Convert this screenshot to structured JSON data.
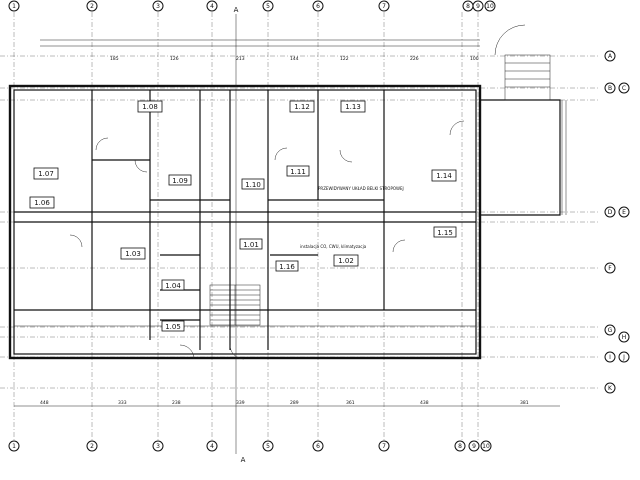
{
  "section_label": "A",
  "axes_top": [
    "1",
    "2",
    "3",
    "4",
    "5",
    "6",
    "7",
    "8",
    "9",
    "10"
  ],
  "axes_bottom": [
    "1",
    "2",
    "3",
    "4",
    "5",
    "6",
    "7",
    "8",
    "9",
    "10"
  ],
  "axes_right": [
    "A",
    "B",
    "C",
    "D",
    "E",
    "F",
    "G",
    "H",
    "I",
    "J",
    "K"
  ],
  "rooms": [
    {
      "label": "1.07"
    },
    {
      "label": "1.06"
    },
    {
      "label": "1.08"
    },
    {
      "label": "1.09"
    },
    {
      "label": "1.03"
    },
    {
      "label": "1.04"
    },
    {
      "label": "1.05"
    },
    {
      "label": "1.10"
    },
    {
      "label": "1.11"
    },
    {
      "label": "1.12"
    },
    {
      "label": "1.13"
    },
    {
      "label": "1.14"
    },
    {
      "label": "1.01"
    },
    {
      "label": "1.02"
    },
    {
      "label": "1.15"
    },
    {
      "label": "1.16"
    }
  ],
  "notes": {
    "beam": "PRZEWIDYWANY UKŁAD BELKI STROPOWEJ",
    "installation": "instalacja CO, CWU, klimatyzacja"
  },
  "bottom_dims": [
    "448",
    "333",
    "238",
    "339",
    "289",
    "361",
    "438",
    "381"
  ],
  "top_dims": [
    "185",
    "126",
    "213",
    "144",
    "122",
    "226",
    "100"
  ]
}
